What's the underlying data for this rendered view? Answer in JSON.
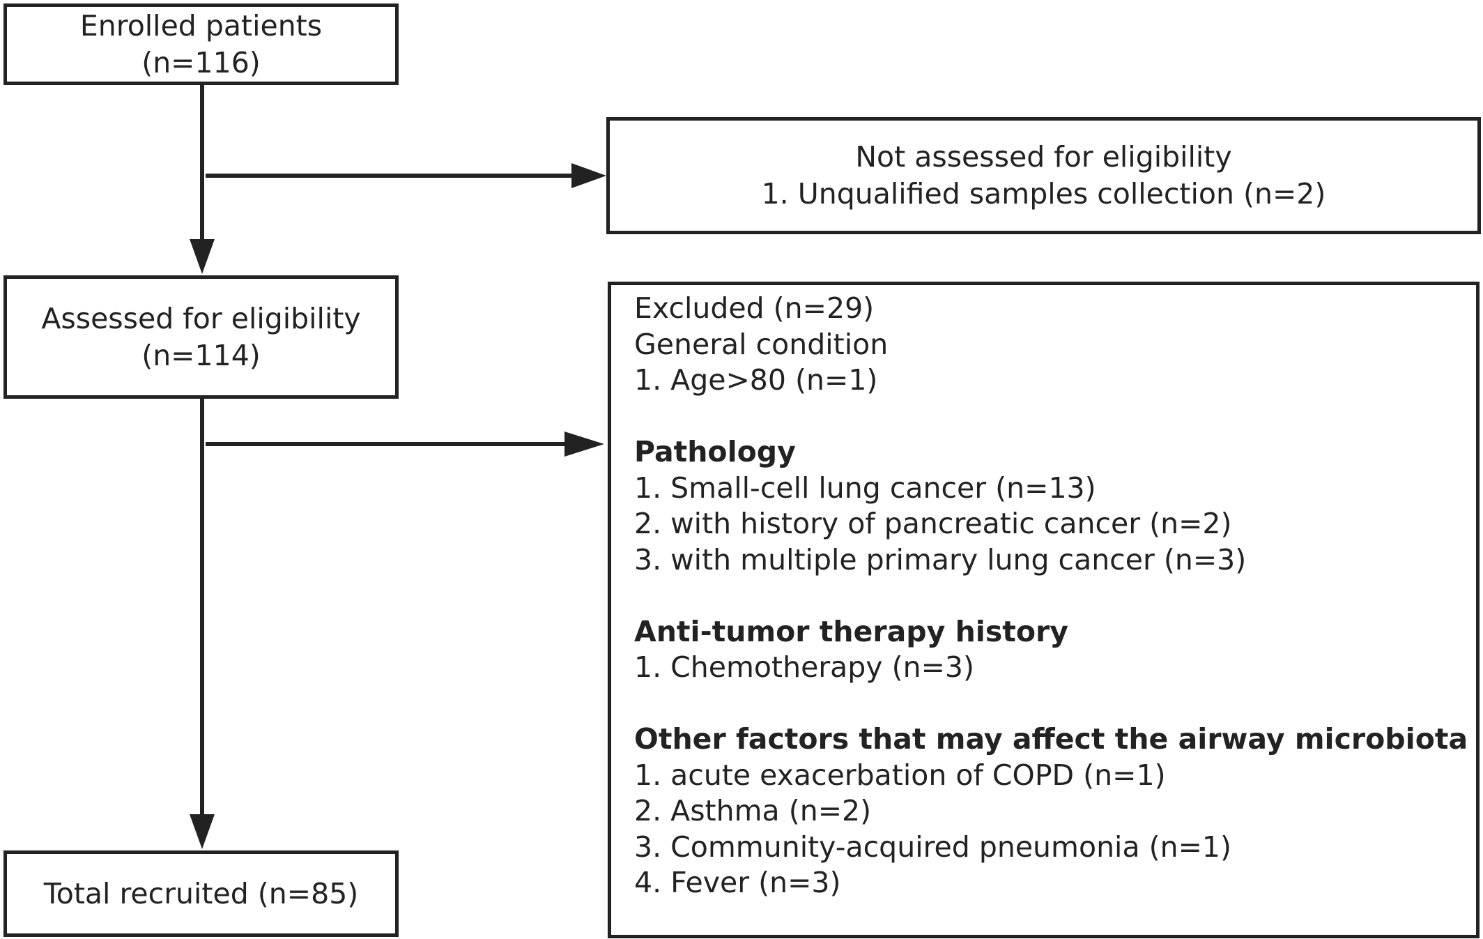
{
  "enrolled": {
    "title": "Enrolled patients",
    "count": "(n=116)"
  },
  "not_assessed": {
    "title": "Not assessed for eligibility",
    "item1": "1. Unqualified samples collection (n=2)"
  },
  "assessed": {
    "title": "Assessed for eligibility",
    "count": "(n=114)"
  },
  "excluded": {
    "title": "Excluded (n=29)",
    "general_heading": "General condition",
    "general_items": [
      "1. Age>80 (n=1)"
    ],
    "pathology_heading": "Pathology",
    "pathology_items": [
      "1. Small-cell lung cancer (n=13)",
      "2. with history of pancreatic cancer (n=2)",
      "3. with multiple primary lung cancer (n=3)"
    ],
    "therapy_heading": "Anti-tumor therapy history",
    "therapy_items": [
      "1. Chemotherapy (n=3)"
    ],
    "other_heading": "Other factors that may affect the airway microbiota",
    "other_items": [
      "1. acute exacerbation of COPD (n=1)",
      "2. Asthma (n=2)",
      "3. Community-acquired pneumonia (n=1)",
      "4. Fever (n=3)"
    ]
  },
  "recruited": {
    "title": "Total recruited (n=85)"
  }
}
